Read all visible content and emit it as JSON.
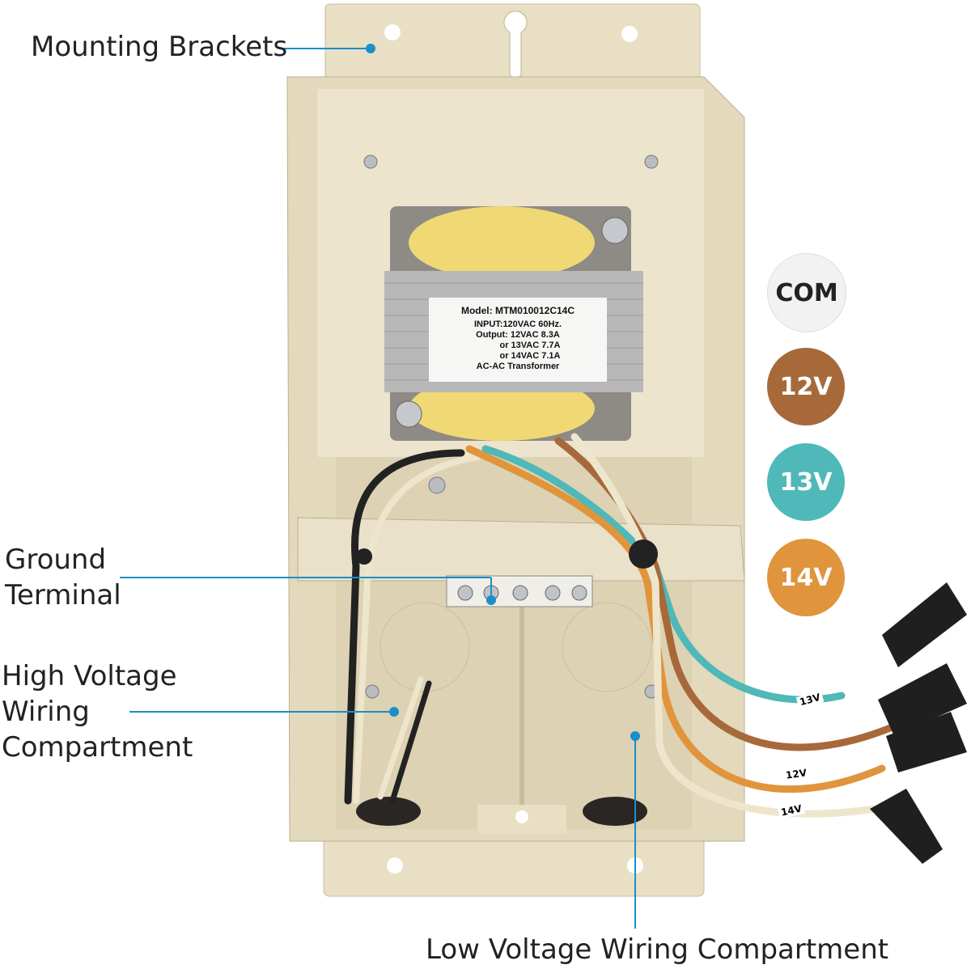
{
  "callouts": {
    "mounting_brackets": "Mounting Brackets",
    "ground_terminal": [
      "Ground",
      "Terminal"
    ],
    "high_voltage": [
      "High Voltage",
      "Wiring",
      "Compartment"
    ],
    "low_voltage": "Low Voltage Wiring Compartment"
  },
  "taps": [
    {
      "label": "COM",
      "color": "#f2f2f2",
      "text_color": "#222222"
    },
    {
      "label": "12V",
      "color": "#a8693a",
      "text_color": "#ffffff"
    },
    {
      "label": "13V",
      "color": "#4fb8b8",
      "text_color": "#ffffff"
    },
    {
      "label": "14V",
      "color": "#e0943c",
      "text_color": "#ffffff"
    }
  ],
  "transformer_label": {
    "model": "Model: MTM010012C14C",
    "input": "INPUT:120VAC 60Hz.",
    "output1": "Output: 12VAC 8.3A",
    "output2": "or 13VAC 7.7A",
    "output3": "or 14VAC 7.1A",
    "type": "AC-AC Transformer"
  },
  "wire_tags": {
    "t13": "13V",
    "t12": "12V",
    "t14": "14V"
  },
  "colors": {
    "callout_line": "#1a8fc9",
    "enclosure": "#e6dcc0"
  }
}
